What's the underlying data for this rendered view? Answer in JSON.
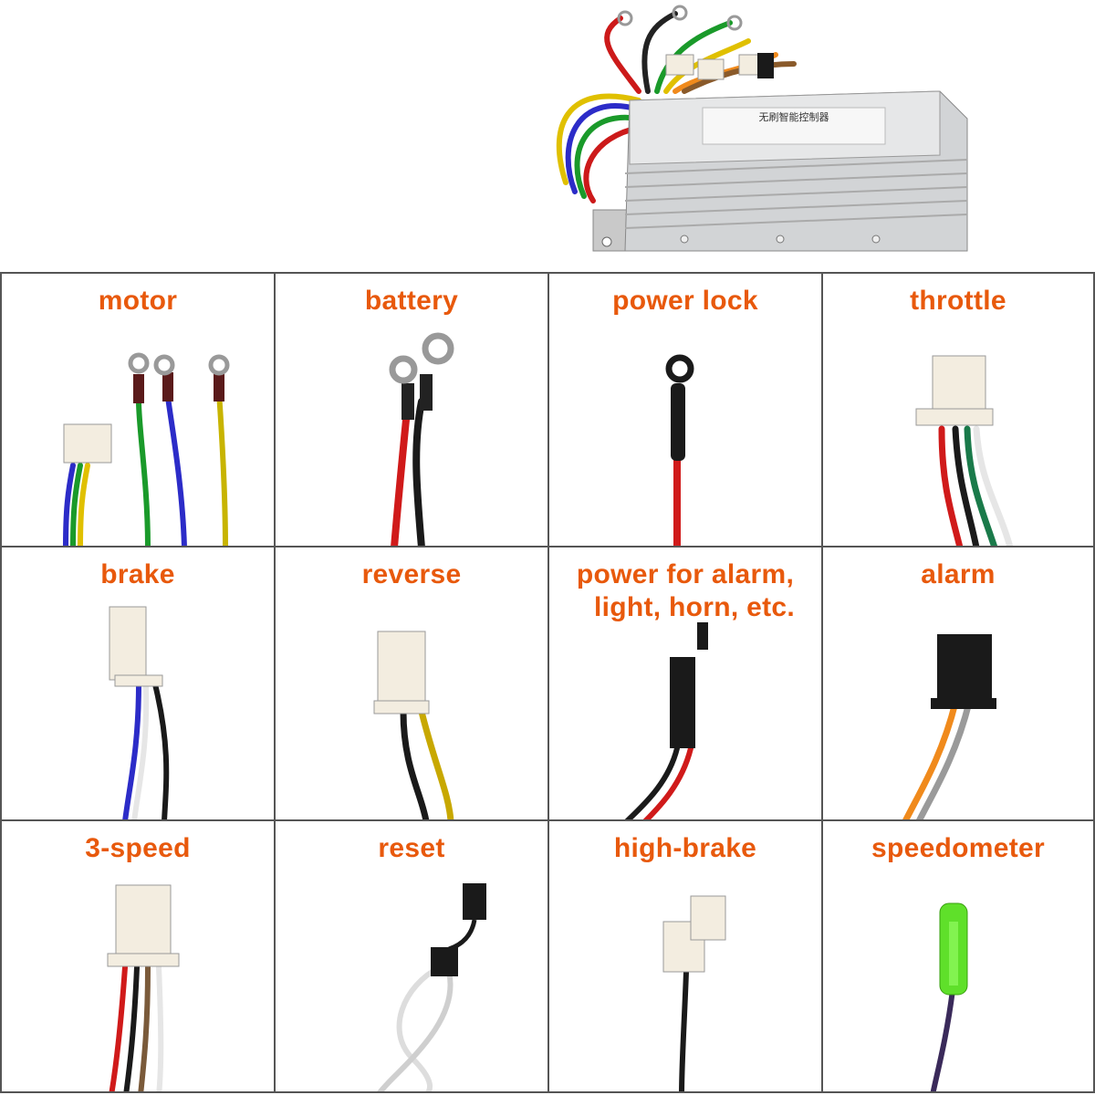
{
  "style": {
    "label_color": "#e8590c",
    "border_color": "#555555"
  },
  "hero": {
    "name": "controller-box",
    "label_line1": "无刷智能控制器"
  },
  "cells": [
    {
      "id": "motor",
      "label": "motor"
    },
    {
      "id": "battery",
      "label": "battery"
    },
    {
      "id": "power-lock",
      "label": "power lock"
    },
    {
      "id": "throttle",
      "label": "throttle"
    },
    {
      "id": "brake",
      "label": "brake"
    },
    {
      "id": "reverse",
      "label": "reverse"
    },
    {
      "id": "power-for-alarm",
      "label_lines": [
        "power for alarm,",
        "light, horn, etc."
      ]
    },
    {
      "id": "alarm",
      "label": "alarm"
    },
    {
      "id": "3-speed",
      "label": "3-speed"
    },
    {
      "id": "reset",
      "label": "reset"
    },
    {
      "id": "high-brake",
      "label": "high-brake"
    },
    {
      "id": "speedometer",
      "label": "speedometer"
    }
  ]
}
